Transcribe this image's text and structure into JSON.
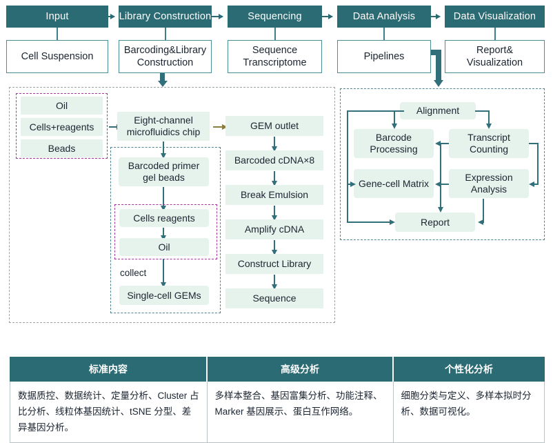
{
  "workflow": {
    "stages": [
      {
        "title": "Input",
        "box": "Cell Suspension"
      },
      {
        "title": "Library Construction",
        "box": "Barcoding&Library Construction"
      },
      {
        "title": "Sequencing",
        "box": "Sequence Transcriptome"
      },
      {
        "title": "Data Analysis",
        "box": "Pipelines"
      },
      {
        "title": "Data Visualization",
        "box": "Report& Visualization"
      }
    ]
  },
  "lab_panel": {
    "inputs": [
      "Oil",
      "Cells+reagents",
      "Beads"
    ],
    "chip": "Eight-channel microfluidics chip",
    "gem_group": {
      "beads": "Barcoded primer gel beads",
      "mix": [
        "Cells reagents",
        "Oil"
      ],
      "collect_label": "collect",
      "output": "Single-cell GEMs"
    },
    "sequencing_chain": [
      "GEM outlet",
      "Barcoded cDNA×8",
      "Break Emulsion",
      "Amplify cDNA",
      "Construct Library",
      "Sequence"
    ]
  },
  "analysis_panel": {
    "alignment": "Alignment",
    "barcode_processing": "Barcode Processing",
    "transcript_counting": "Transcript Counting",
    "gene_cell_matrix": "Gene-cell Matrix",
    "expression_analysis": "Expression Analysis",
    "report": "Report"
  },
  "table": {
    "headers": [
      "标准内容",
      "高级分析",
      "个性化分析"
    ],
    "cells": [
      "数据质控、数据统计、定量分析、Cluster 占比分析、线粒体基因统计、tSNE 分型、差异基因分析。",
      "多样本整合、基因富集分析、功能注释、Marker 基因展示、蛋白互作网络。",
      "细胞分类与定义、多样本拟时分析、数据可视化。"
    ]
  },
  "colors": {
    "teal": "#2b6b74",
    "mint": "#e6f2ec",
    "purple_dash": "#a5339e",
    "gray_dash": "#9aa3a8",
    "connector": "#31707a",
    "olive": "#8a7f3c"
  }
}
